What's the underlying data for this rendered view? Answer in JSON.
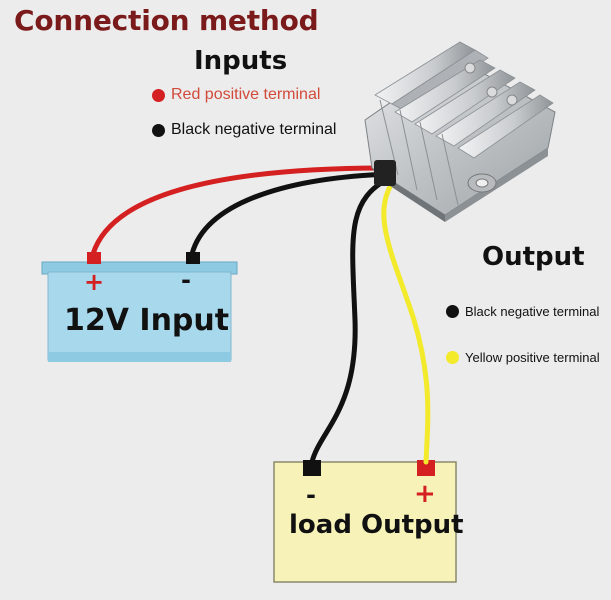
{
  "title": "Connection method",
  "inputs": {
    "heading": "Inputs",
    "legend": [
      {
        "label": "Red positive terminal",
        "color": "#d42020",
        "text_color": "#d14a3a",
        "icon": "red-dot-icon"
      },
      {
        "label": "Black negative terminal",
        "color": "#111111",
        "text_color": "#111111",
        "icon": "black-dot-icon"
      }
    ]
  },
  "output": {
    "heading": "Output",
    "legend": [
      {
        "label": "Black negative terminal",
        "color": "#111111",
        "text_color": "#111111",
        "icon": "black-dot-icon"
      },
      {
        "label": "Yellow positive terminal",
        "color": "#f2ea2a",
        "text_color": "#111111",
        "icon": "yellow-dot-icon"
      }
    ]
  },
  "battery": {
    "label": "12V  Input",
    "plus": "+",
    "minus": "-",
    "color": "#a8d8ec"
  },
  "load": {
    "label": "load Output",
    "plus": "+",
    "minus": "-",
    "color": "#f7f2b8"
  },
  "wire_colors": {
    "red": "#d42020",
    "black": "#111111",
    "yellow": "#f2ea2a"
  }
}
